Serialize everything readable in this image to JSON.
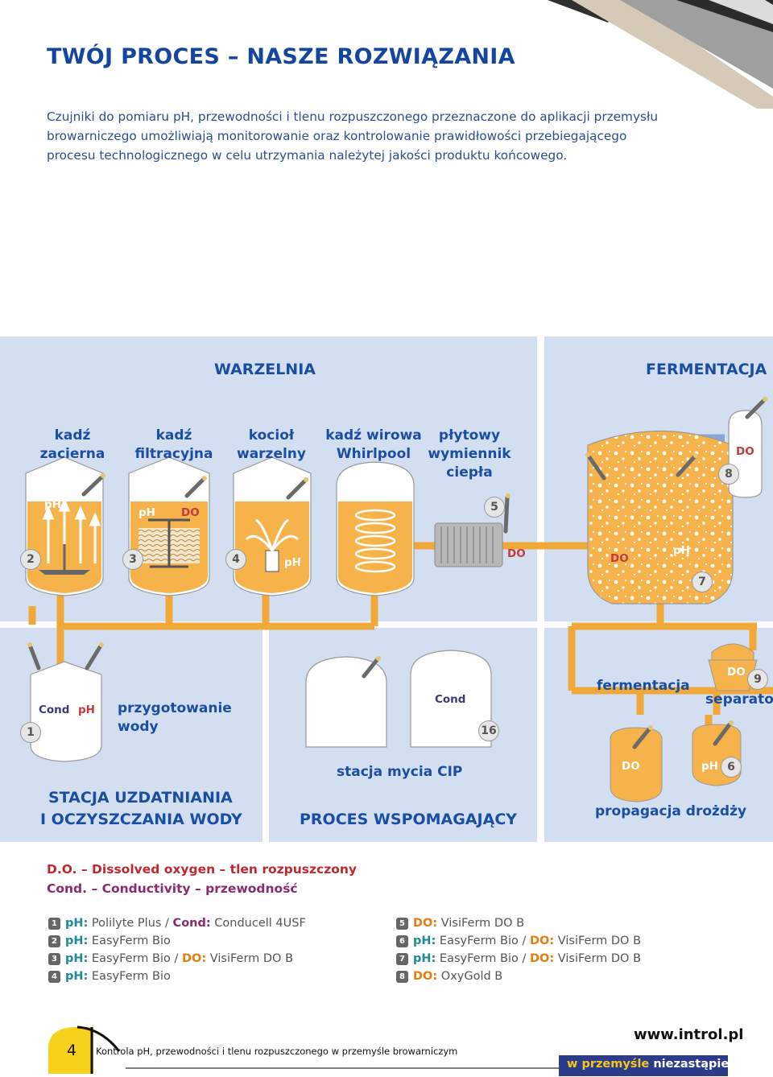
{
  "title": "TWÓJ PROCES – NASZE ROZWIĄZANIA",
  "intro": "Czujniki do pomiaru pH, przewodności i tlenu rozpuszczonego przeznaczone do aplikacji przemysłu browarniczego umożliwiają monitorowanie oraz kontrolowanie prawidłowości przebiegającego procesu technologicznego w celu utrzymania należytej jakości produktu końcowego.",
  "sections": {
    "brewhouse": "WARZELNIA",
    "fermentation": "FERMENTACJA I",
    "water": [
      "STACJA UZDATNIANIA",
      "I OCZYSZCZANIA WODY"
    ],
    "support": "PROCES WSPOMAGAJĄCY"
  },
  "vessels": {
    "mash": [
      "kadź",
      "zacierna"
    ],
    "lauter": [
      "kadź",
      "filtracyjna"
    ],
    "kettle": [
      "kocioł",
      "warzelny"
    ],
    "whirlpool": [
      "kadź wirowa",
      "Whirlpool"
    ],
    "exchanger": [
      "płytowy",
      "wymiennik",
      "ciepła"
    ],
    "water_prep": [
      "przygotowanie",
      "wody"
    ],
    "cip": "stacja mycia CIP",
    "fermentation": "fermentacja",
    "separator": "separator",
    "yeast": "propagacja drożdży"
  },
  "sensor_tags": {
    "ph": "pH",
    "do": "DO",
    "cond": "Cond"
  },
  "numbers": [
    "1",
    "2",
    "3",
    "4",
    "5",
    "6",
    "7",
    "8",
    "9",
    "16"
  ],
  "colors": {
    "panel": "#d3dff0",
    "pipe": "#f1a83b",
    "tank_fill": "#f6b24b",
    "section_text": "#1a4ea3",
    "abbr": "#c0282d"
  },
  "abbreviations": [
    {
      "key": "D.O.",
      "text": "– Dissolved oxygen – tlen rozpuszczony"
    },
    {
      "key": "Cond.",
      "text": "– Conductivity – przewodność"
    }
  ],
  "legend": [
    {
      "n": "1",
      "parts": [
        {
          "t": "pH:",
          "c": "teal"
        },
        {
          "t": " Polilyte Plus / ",
          "c": ""
        },
        {
          "t": "Cond:",
          "c": "mag"
        },
        {
          "t": " Conducell 4USF",
          "c": ""
        }
      ]
    },
    {
      "n": "2",
      "parts": [
        {
          "t": "pH:",
          "c": "teal"
        },
        {
          "t": " EasyFerm Bio",
          "c": ""
        }
      ]
    },
    {
      "n": "3",
      "parts": [
        {
          "t": "pH:",
          "c": "teal"
        },
        {
          "t": " EasyFerm Bio / ",
          "c": ""
        },
        {
          "t": "DO:",
          "c": "ora"
        },
        {
          "t": " VisiFerm DO B",
          "c": ""
        }
      ]
    },
    {
      "n": "4",
      "parts": [
        {
          "t": "pH:",
          "c": "teal"
        },
        {
          "t": " EasyFerm Bio",
          "c": ""
        }
      ]
    },
    {
      "n": "5",
      "parts": [
        {
          "t": "DO:",
          "c": "ora"
        },
        {
          "t": " VisiFerm DO B",
          "c": ""
        }
      ]
    },
    {
      "n": "6",
      "parts": [
        {
          "t": "pH:",
          "c": "teal"
        },
        {
          "t": " EasyFerm Bio / ",
          "c": ""
        },
        {
          "t": "DO:",
          "c": "ora"
        },
        {
          "t": " VisiFerm DO B",
          "c": ""
        }
      ]
    },
    {
      "n": "7",
      "parts": [
        {
          "t": "pH:",
          "c": "teal"
        },
        {
          "t": " EasyFerm Bio / ",
          "c": ""
        },
        {
          "t": "DO:",
          "c": "ora"
        },
        {
          "t": " VisiFerm DO B",
          "c": ""
        }
      ]
    },
    {
      "n": "8",
      "parts": [
        {
          "t": "DO:",
          "c": "ora"
        },
        {
          "t": " OxyGold B",
          "c": ""
        }
      ]
    }
  ],
  "footer": {
    "page": "4",
    "text": "Kontrola pH, przewodności i tlenu rozpuszczonego w przemyśle browarniczym",
    "url": "www.introl.pl",
    "slogan_a": "w przemyśle",
    "slogan_b": "niezastąpieni"
  }
}
